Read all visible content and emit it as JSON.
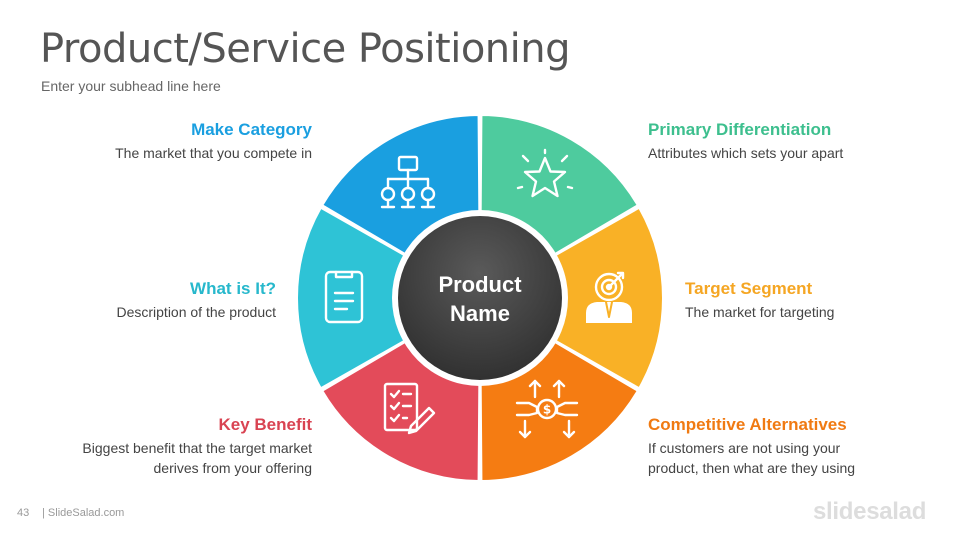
{
  "slide": {
    "title": "Product/Service Positioning",
    "subtitle": "Enter your subhead line here"
  },
  "center": {
    "line1": "Product",
    "line2": "Name"
  },
  "segments": [
    {
      "id": "primary-differentiation",
      "heading": "Primary Differentiation",
      "description": "Attributes which sets your apart",
      "color": "#4ECB9E",
      "icon": "star-icon"
    },
    {
      "id": "target-segment",
      "heading": "Target Segment",
      "description": "The market for targeting",
      "color": "#F9B126",
      "icon": "target-person-icon"
    },
    {
      "id": "competitive-alternatives",
      "heading": "Competitive Alternatives",
      "description": "If customers are not using your product, then what are they using",
      "color": "#F57C12",
      "icon": "money-exchange-icon"
    },
    {
      "id": "key-benefit",
      "heading": "Key Benefit",
      "description": "Biggest benefit that the target market derives from your offering",
      "color": "#E34B5A",
      "icon": "checklist-pen-icon"
    },
    {
      "id": "what-is-it",
      "heading": "What is It?",
      "description": "Description of the product",
      "color": "#2EC3D6",
      "icon": "clipboard-icon"
    },
    {
      "id": "make-category",
      "heading": "Make Category",
      "description": "The market that you compete in",
      "color": "#1A9FE0",
      "icon": "hierarchy-icon"
    }
  ],
  "text_colors": {
    "primary-differentiation": "#3DBF8E",
    "target-segment": "#F5A623",
    "competitive-alternatives": "#F07A12",
    "key-benefit": "#D94352",
    "what-is-it": "#27B8CC",
    "make-category": "#1A9FE0"
  },
  "footer": {
    "page_number": "43",
    "site": "| SlideSalad.com",
    "brand": "slidesalad"
  }
}
